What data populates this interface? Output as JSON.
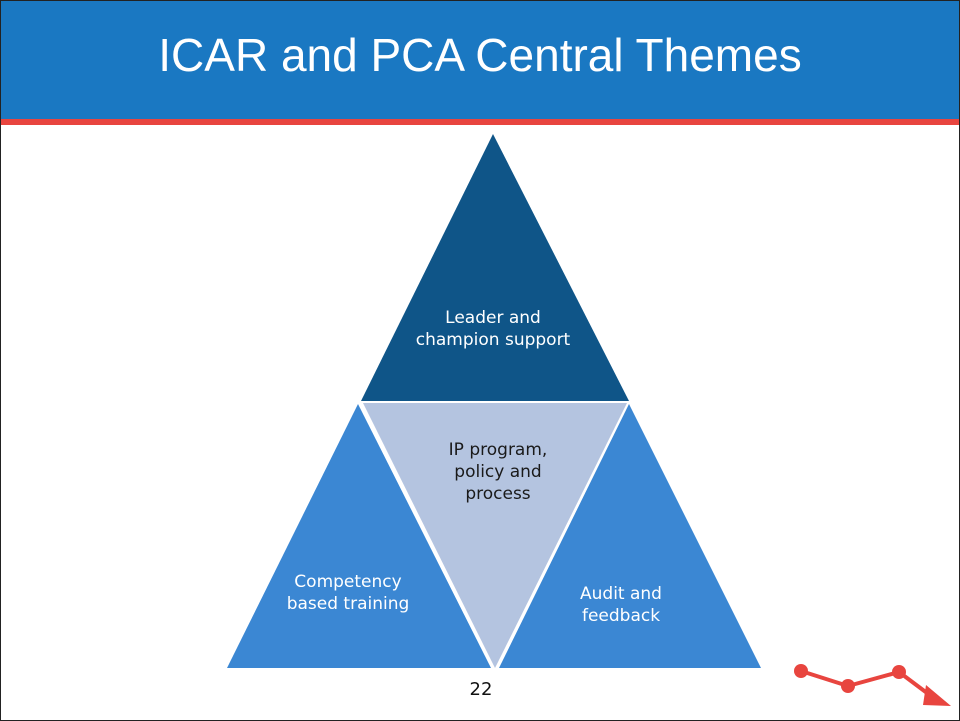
{
  "slide": {
    "title": "ICAR and PCA Central Themes",
    "page_number": "22"
  },
  "triangles": {
    "top": {
      "label": "Leader and champion support",
      "color": "#0f5588"
    },
    "center": {
      "label": "IP program, policy and process",
      "color": "#b4c4e0"
    },
    "left": {
      "label": "Competency based training",
      "color": "#3b87d3"
    },
    "right": {
      "label": "Audit and feedback",
      "color": "#3b87d3"
    }
  },
  "colors": {
    "header": "#1a78c2",
    "accent_bar": "#e8453f",
    "logo": "#e8453f"
  },
  "icons": {
    "logo": "trend-line-arrow-icon"
  }
}
